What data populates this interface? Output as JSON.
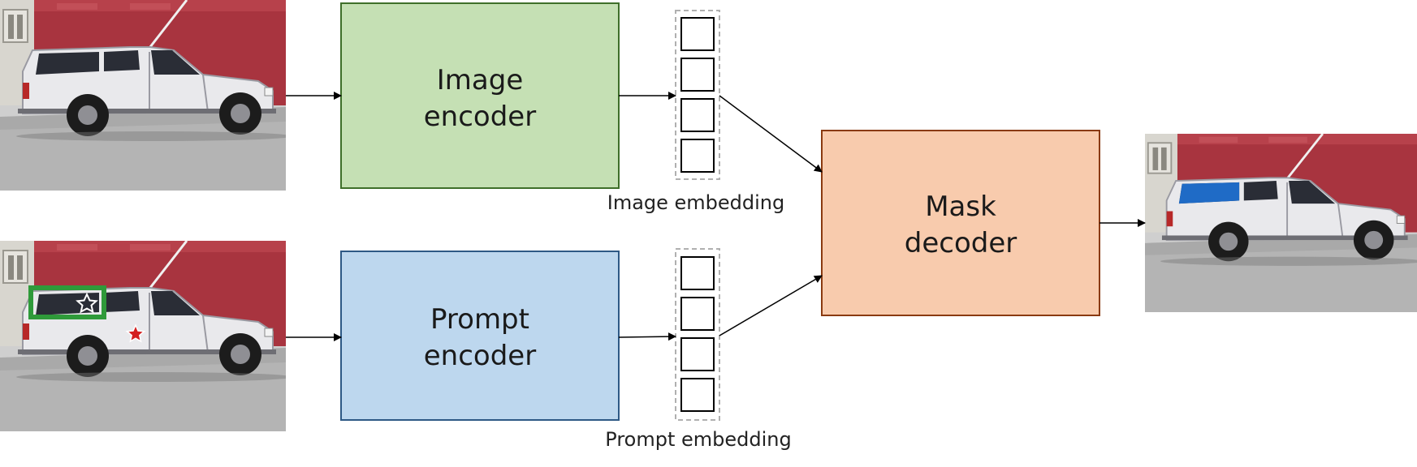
{
  "blocks": {
    "image_encoder": {
      "line1": "Image",
      "line2": "encoder"
    },
    "prompt_encoder": {
      "line1": "Prompt",
      "line2": "encoder"
    },
    "mask_decoder": {
      "line1": "Mask",
      "line2": "decoder"
    }
  },
  "embeddings": {
    "image": {
      "label": "Image embedding"
    },
    "prompt": {
      "label": "Prompt embedding"
    }
  },
  "colors": {
    "image_encoder_fill": "#c5e0b4",
    "image_encoder_stroke": "#3f6f2a",
    "prompt_encoder_fill": "#bdd7ee",
    "prompt_encoder_stroke": "#2e5985",
    "mask_decoder_fill": "#f8cbad",
    "mask_decoder_stroke": "#8a3a10",
    "mask_highlight": "#1f6fcf",
    "box_prompt": "#2f9a3a",
    "star_point": "#d42020"
  },
  "icons": {
    "box_prompt": "bounding-box-icon",
    "point_prompt": "star-icon"
  }
}
